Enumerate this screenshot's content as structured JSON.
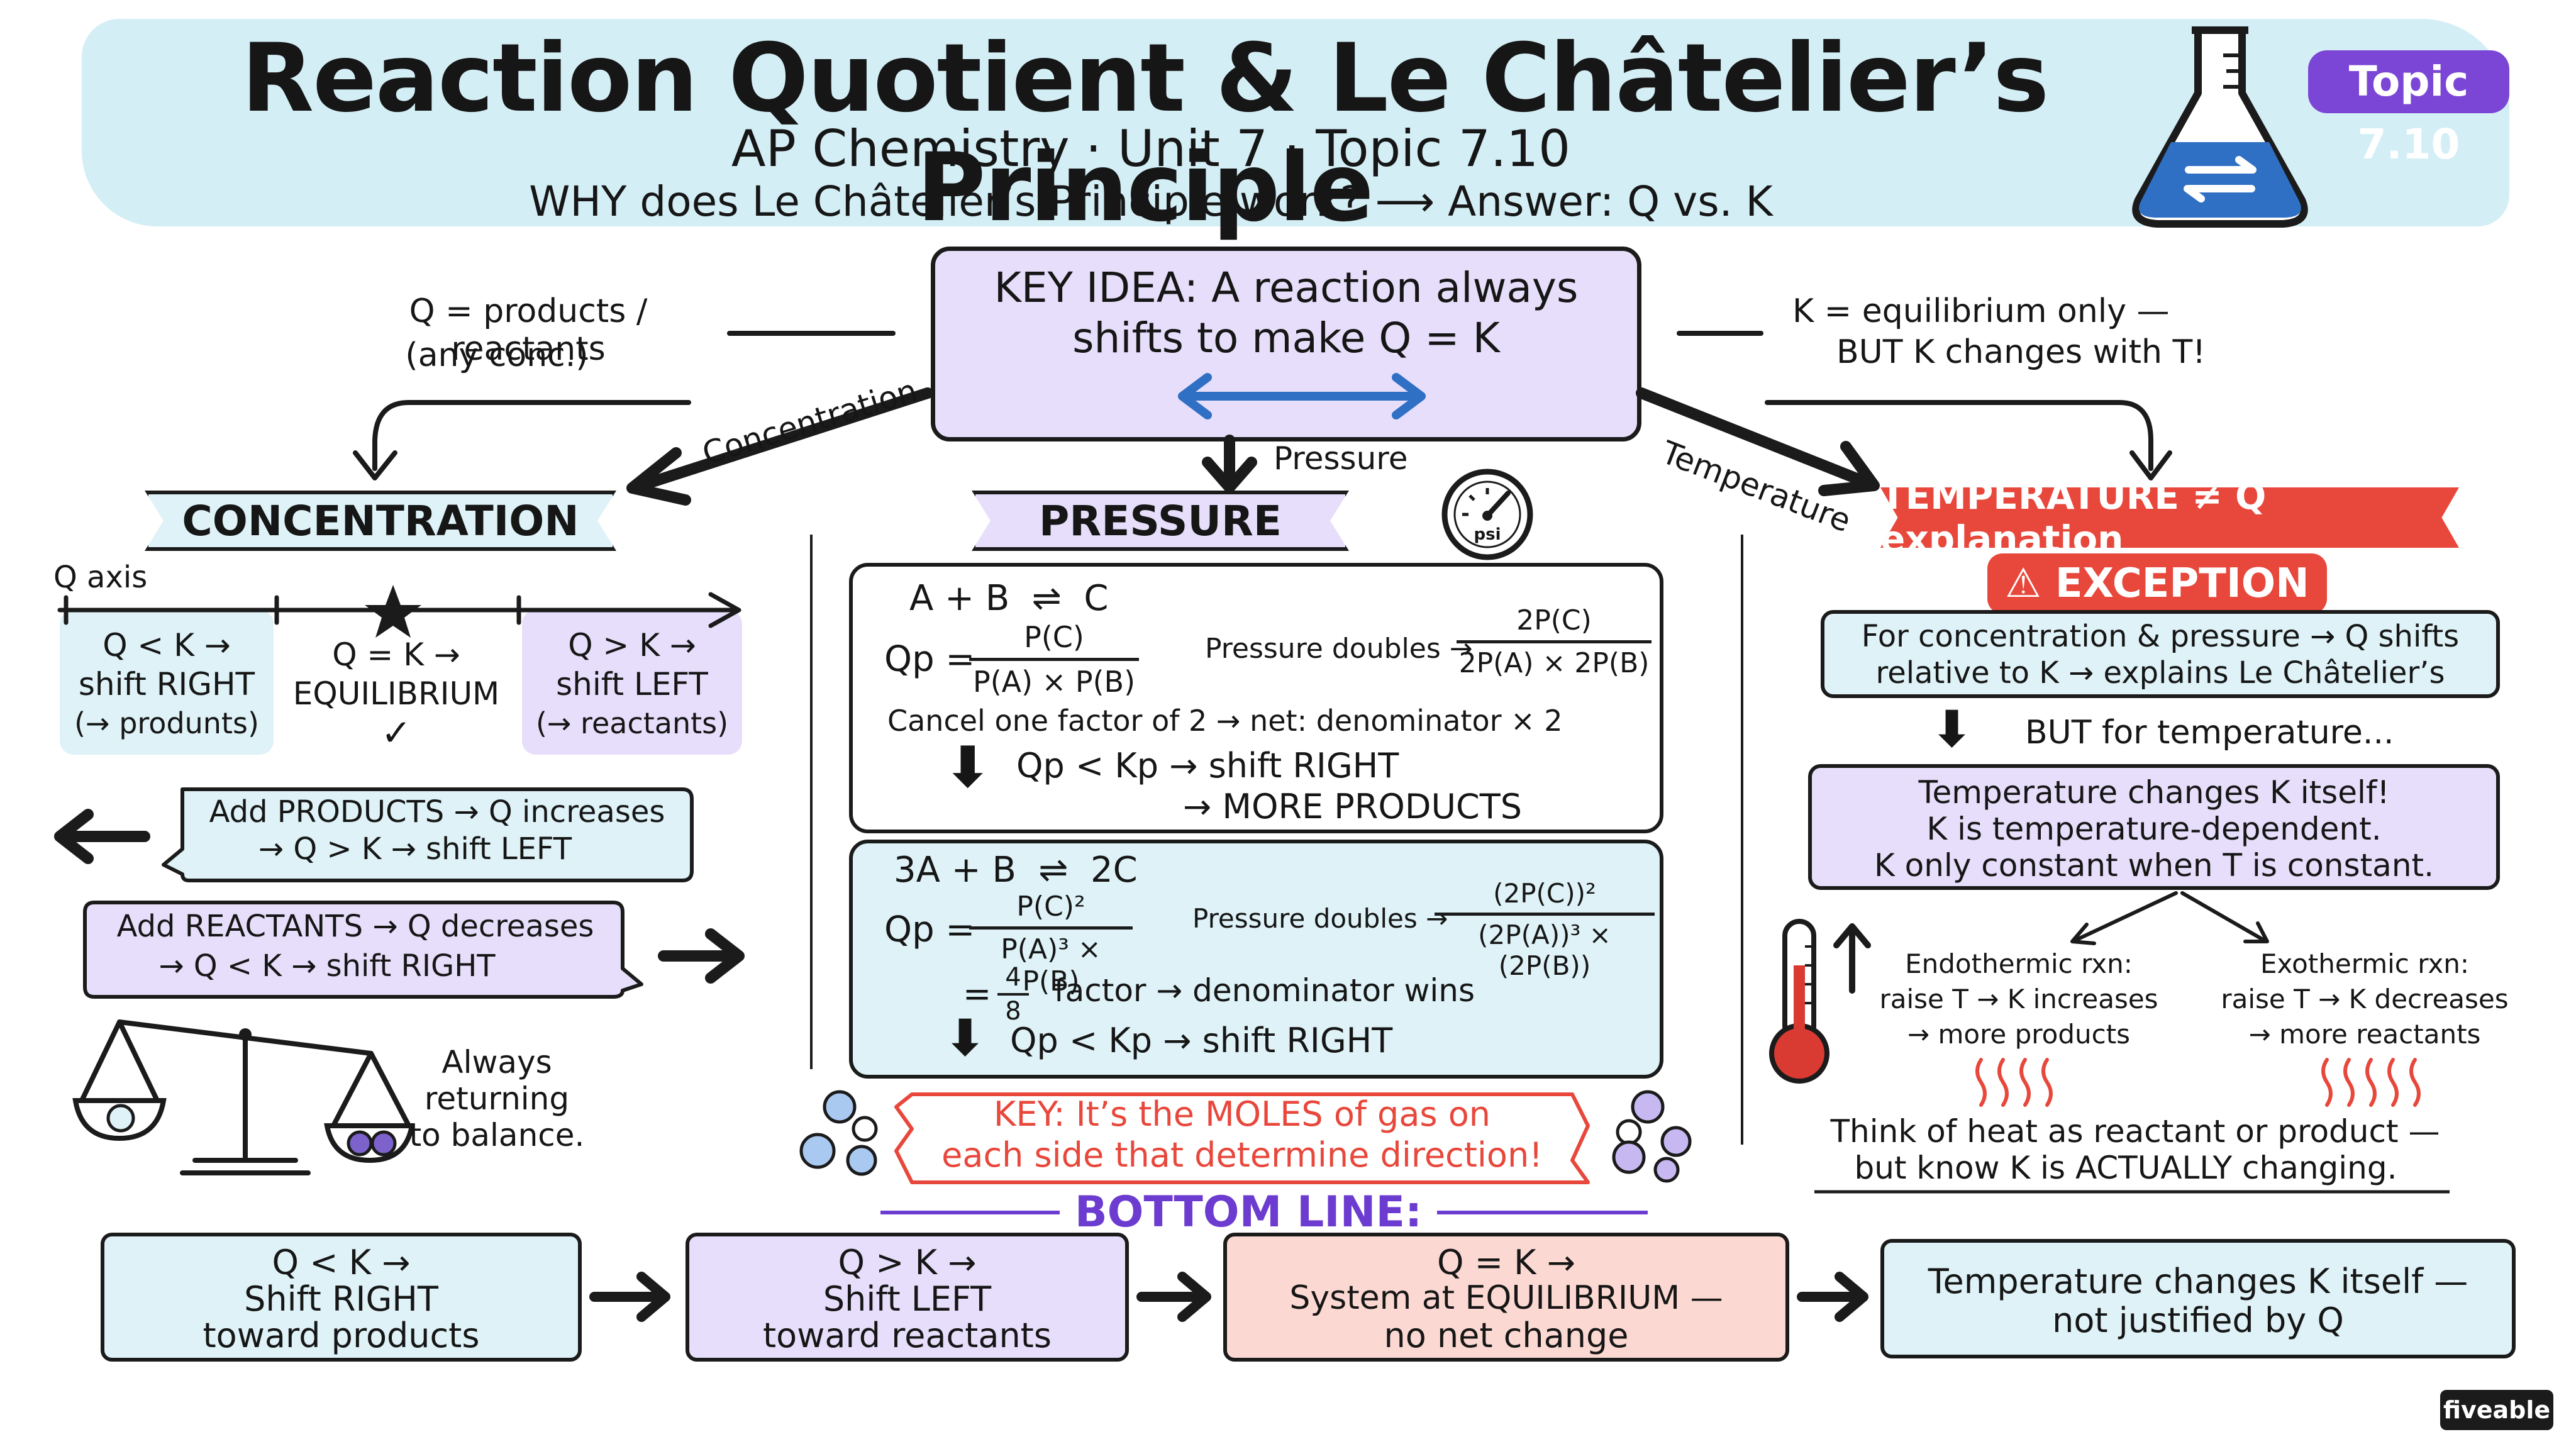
{
  "header": {
    "title": "Reaction Quotient & Le Châtelier’s Principle",
    "subtitle": "AP Chemistry · Unit 7 · Topic 7.10",
    "question": "WHY does Le Châtelier’s Principle work? ⟶ Answer: Q vs. K",
    "badge": "Topic 7.10"
  },
  "key_idea": {
    "line1": "KEY IDEA: A reaction always",
    "line2": "shifts to make Q = K"
  },
  "q_note": {
    "line1": "Q = products / reactants",
    "line2": "(any conc.)"
  },
  "k_note": {
    "line1": "K = equilibrium only —",
    "line2": "BUT K changes with T!"
  },
  "arrow_labels": {
    "concentration": "Concentration",
    "pressure": "Pressure",
    "temperature": "Temperature"
  },
  "gauge_label": "psi",
  "concentration": {
    "title": "CONCENTRATION",
    "axis_label": "Q axis",
    "cells": [
      {
        "line1": "Q < K →",
        "line2": "shift RIGHT",
        "line3": "(→ produnts)"
      },
      {
        "line1": "Q = K →",
        "line2": "EQUILIBRIUM",
        "line3": "✓"
      },
      {
        "line1": "Q > K →",
        "line2": "shift LEFT",
        "line3": "(→ reactants)"
      }
    ],
    "add_products": {
      "line1": "Add PRODUCTS → Q increases",
      "line2": "→ Q > K → shift LEFT"
    },
    "add_reactants": {
      "line1": "Add REACTANTS → Q decreases",
      "line2": "→ Q < K → shift RIGHT"
    },
    "balance_note": {
      "line1": "Always",
      "line2": "returning",
      "line3": "to balance."
    }
  },
  "pressure": {
    "title": "PRESSURE",
    "ex1": {
      "reaction_lhs": "A + B",
      "reaction_rhs": "C",
      "qp_label": "Qp =",
      "num": "P(C)",
      "den": "P(A) × P(B)",
      "doubles": "Pressure doubles →",
      "num2": "2P(C)",
      "den2": "2P(A) × 2P(B)",
      "cancel": "Cancel one factor of 2 → net: denominator × 2",
      "result1": "Qp < Kp → shift RIGHT",
      "result2": "→ MORE PRODUCTS"
    },
    "ex2": {
      "reaction_lhs": "3A + B",
      "reaction_rhs": "2C",
      "qp_label": "Qp =",
      "num": "P(C)²",
      "den": "P(A)³ × P(B)",
      "doubles": "Pressure doubles →",
      "num2": "(2P(C))²",
      "den2": "(2P(A))³ × (2P(B))",
      "eq_prefix": "=",
      "frac_num": "4",
      "frac_den": "8",
      "factor_text": "factor → denominator wins",
      "result": "Qp < Kp → shift RIGHT"
    },
    "key": {
      "line1": "KEY: It’s the MOLES of gas on",
      "line2": "each side that determine direction!"
    }
  },
  "temperature": {
    "title": "TEMPERATURE ≠ Q explanation",
    "exception": "⚠ EXCEPTION",
    "for_box": {
      "line1": "For concentration & pressure → Q shifts",
      "line2": "relative to K → explains Le Châtelier’s"
    },
    "but": "BUT for temperature...",
    "changes_box": {
      "line1": "Temperature changes K itself!",
      "line2": "K is temperature-dependent.",
      "line3": "K only constant when T is constant."
    },
    "endo": {
      "line1": "Endothermic rxn:",
      "line2": "raise T → K increases",
      "line3": "→ more products"
    },
    "exo": {
      "line1": "Exothermic rxn:",
      "line2": "raise T → K decreases",
      "line3": "→ more reactants"
    },
    "think": {
      "line1": "Think of heat as reactant or product —",
      "line2": "but know K is ACTUALLY changing."
    }
  },
  "bottom": {
    "label": "BOTTOM LINE:",
    "boxes": [
      {
        "line1": "Q < K →",
        "line2": "Shift RIGHT",
        "line3": "toward products"
      },
      {
        "line1": "Q > K →",
        "line2": "Shift LEFT",
        "line3": "toward reactants"
      },
      {
        "line1": "Q = K →",
        "line2": "System at EQUILIBRIUM —",
        "line3": "no net change"
      },
      {
        "line1": "Temperature changes K itself —",
        "line2": "not justified by Q"
      }
    ]
  },
  "brand": "fiveable",
  "colors": {
    "banner": "#d4eef6",
    "lavender": "#e6defa",
    "aqua": "#def2f7",
    "pink": "#fbd9d2",
    "accent_red": "#e8473b",
    "accent_blue": "#2f6fc4",
    "badge_purple": "#7b46d6",
    "bottom_purple": "#6c3cd1"
  }
}
